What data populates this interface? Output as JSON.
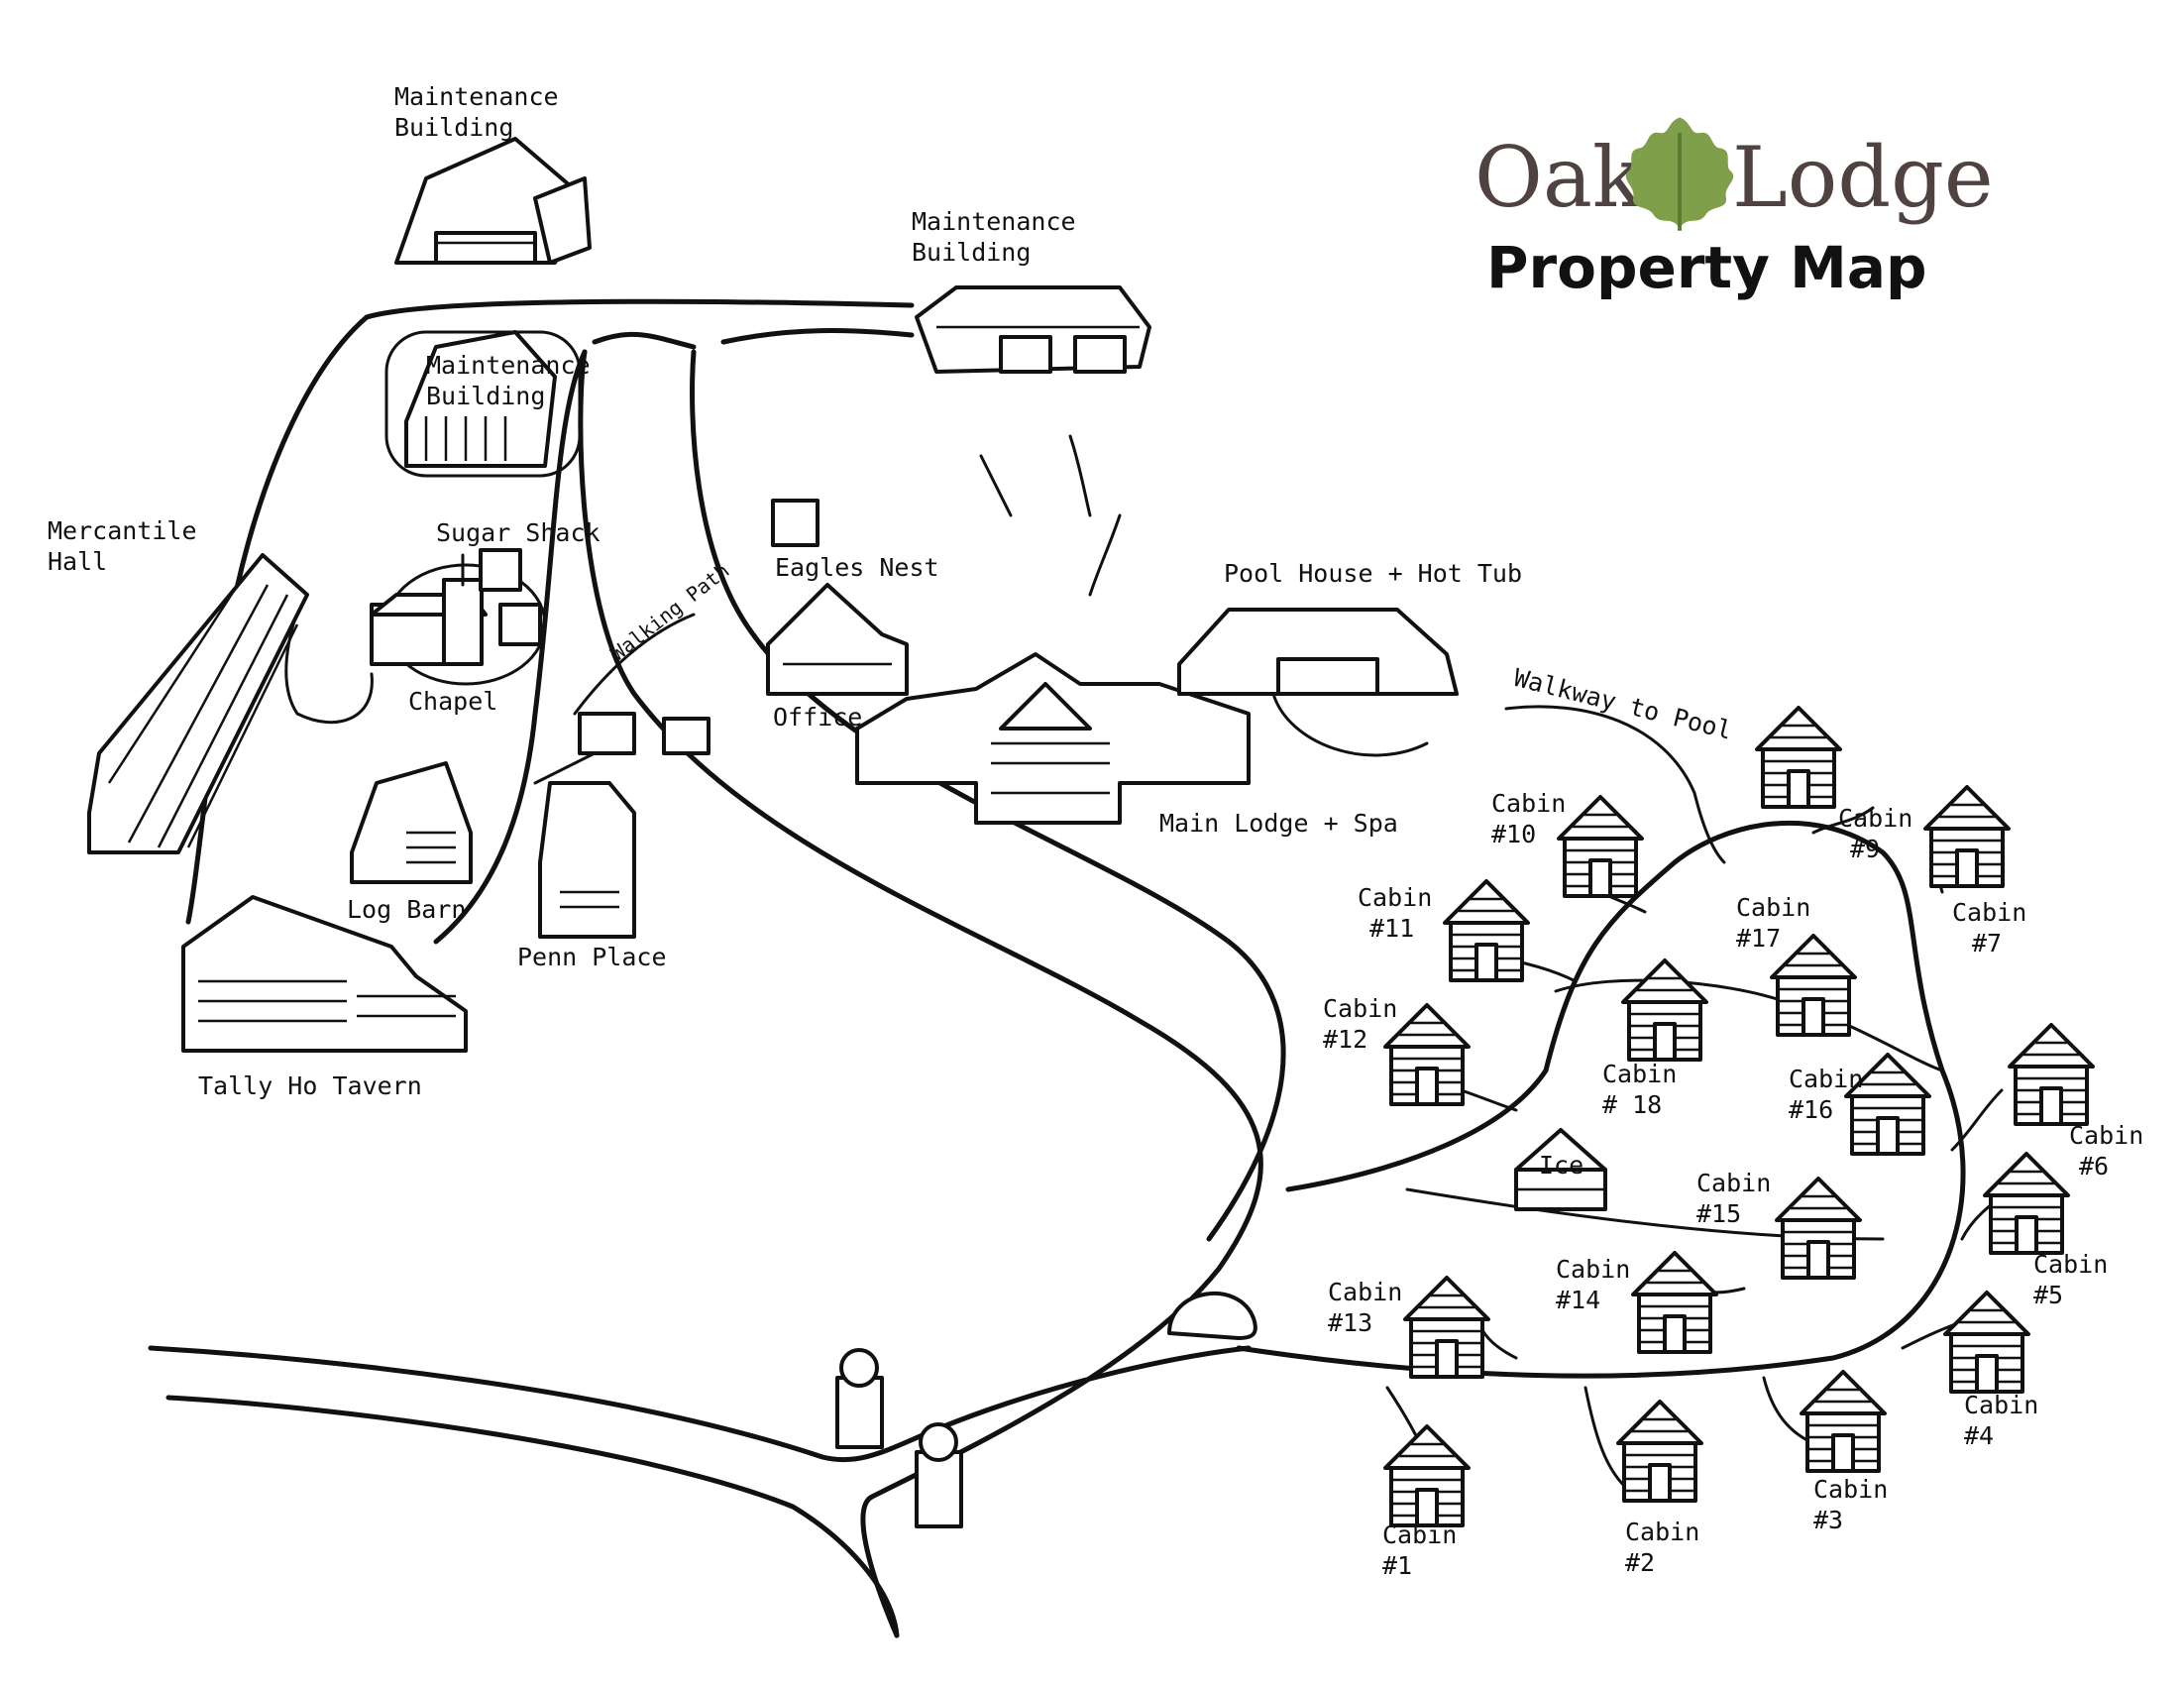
{
  "brand": {
    "name_part1": "Oak",
    "name_part2": "Lodge",
    "subtitle": "Property Map",
    "leaf_icon": "oak-leaf-icon",
    "colors": {
      "brand_text": "#4f4240",
      "leaf": "#7f9f4a",
      "ink": "#111111"
    }
  },
  "labels": {
    "maint1": [
      "Maintenance",
      "Building"
    ],
    "maint2": [
      "Maintenance",
      "Building"
    ],
    "maint3": [
      "Maintenance",
      "Building"
    ],
    "mercantile": [
      "Mercantile",
      "Hall"
    ],
    "sugar_shack": "Sugar Shack",
    "chapel": "Chapel",
    "walking_path": "Walking Path",
    "log_barn": "Log Barn",
    "penn_place": "Penn Place",
    "tally_ho": "Tally Ho Tavern",
    "eagles_nest": "Eagles Nest",
    "office": "Office",
    "main_lodge": "Main Lodge + Spa",
    "pool_house": "Pool House + Hot Tub",
    "walkway": "Walkway to Pool",
    "ice": "Ice"
  },
  "cabins": [
    {
      "id": "cabin-10",
      "word": "Cabin",
      "num": "#10"
    },
    {
      "id": "cabin-9",
      "word": "Cabin",
      "num": "#9"
    },
    {
      "id": "cabin-7",
      "word": "Cabin",
      "num": "#7"
    },
    {
      "id": "cabin-11",
      "word": "Cabin",
      "num": "#11"
    },
    {
      "id": "cabin-17",
      "word": "Cabin",
      "num": "#17"
    },
    {
      "id": "cabin-12",
      "word": "Cabin",
      "num": "#12"
    },
    {
      "id": "cabin-18",
      "word": "Cabin",
      "num": "# 18"
    },
    {
      "id": "cabin-16",
      "word": "Cabin",
      "num": "#16"
    },
    {
      "id": "cabin-6",
      "word": "Cabin",
      "num": "#6"
    },
    {
      "id": "cabin-15",
      "word": "Cabin",
      "num": "#15"
    },
    {
      "id": "cabin-5",
      "word": "Cabin",
      "num": "#5"
    },
    {
      "id": "cabin-13",
      "word": "Cabin",
      "num": "#13"
    },
    {
      "id": "cabin-14",
      "word": "Cabin",
      "num": "#14"
    },
    {
      "id": "cabin-4",
      "word": "Cabin",
      "num": "#4"
    },
    {
      "id": "cabin-3",
      "word": "Cabin",
      "num": "#3"
    },
    {
      "id": "cabin-1",
      "word": "Cabin",
      "num": "#1"
    },
    {
      "id": "cabin-2",
      "word": "Cabin",
      "num": "#2"
    }
  ]
}
